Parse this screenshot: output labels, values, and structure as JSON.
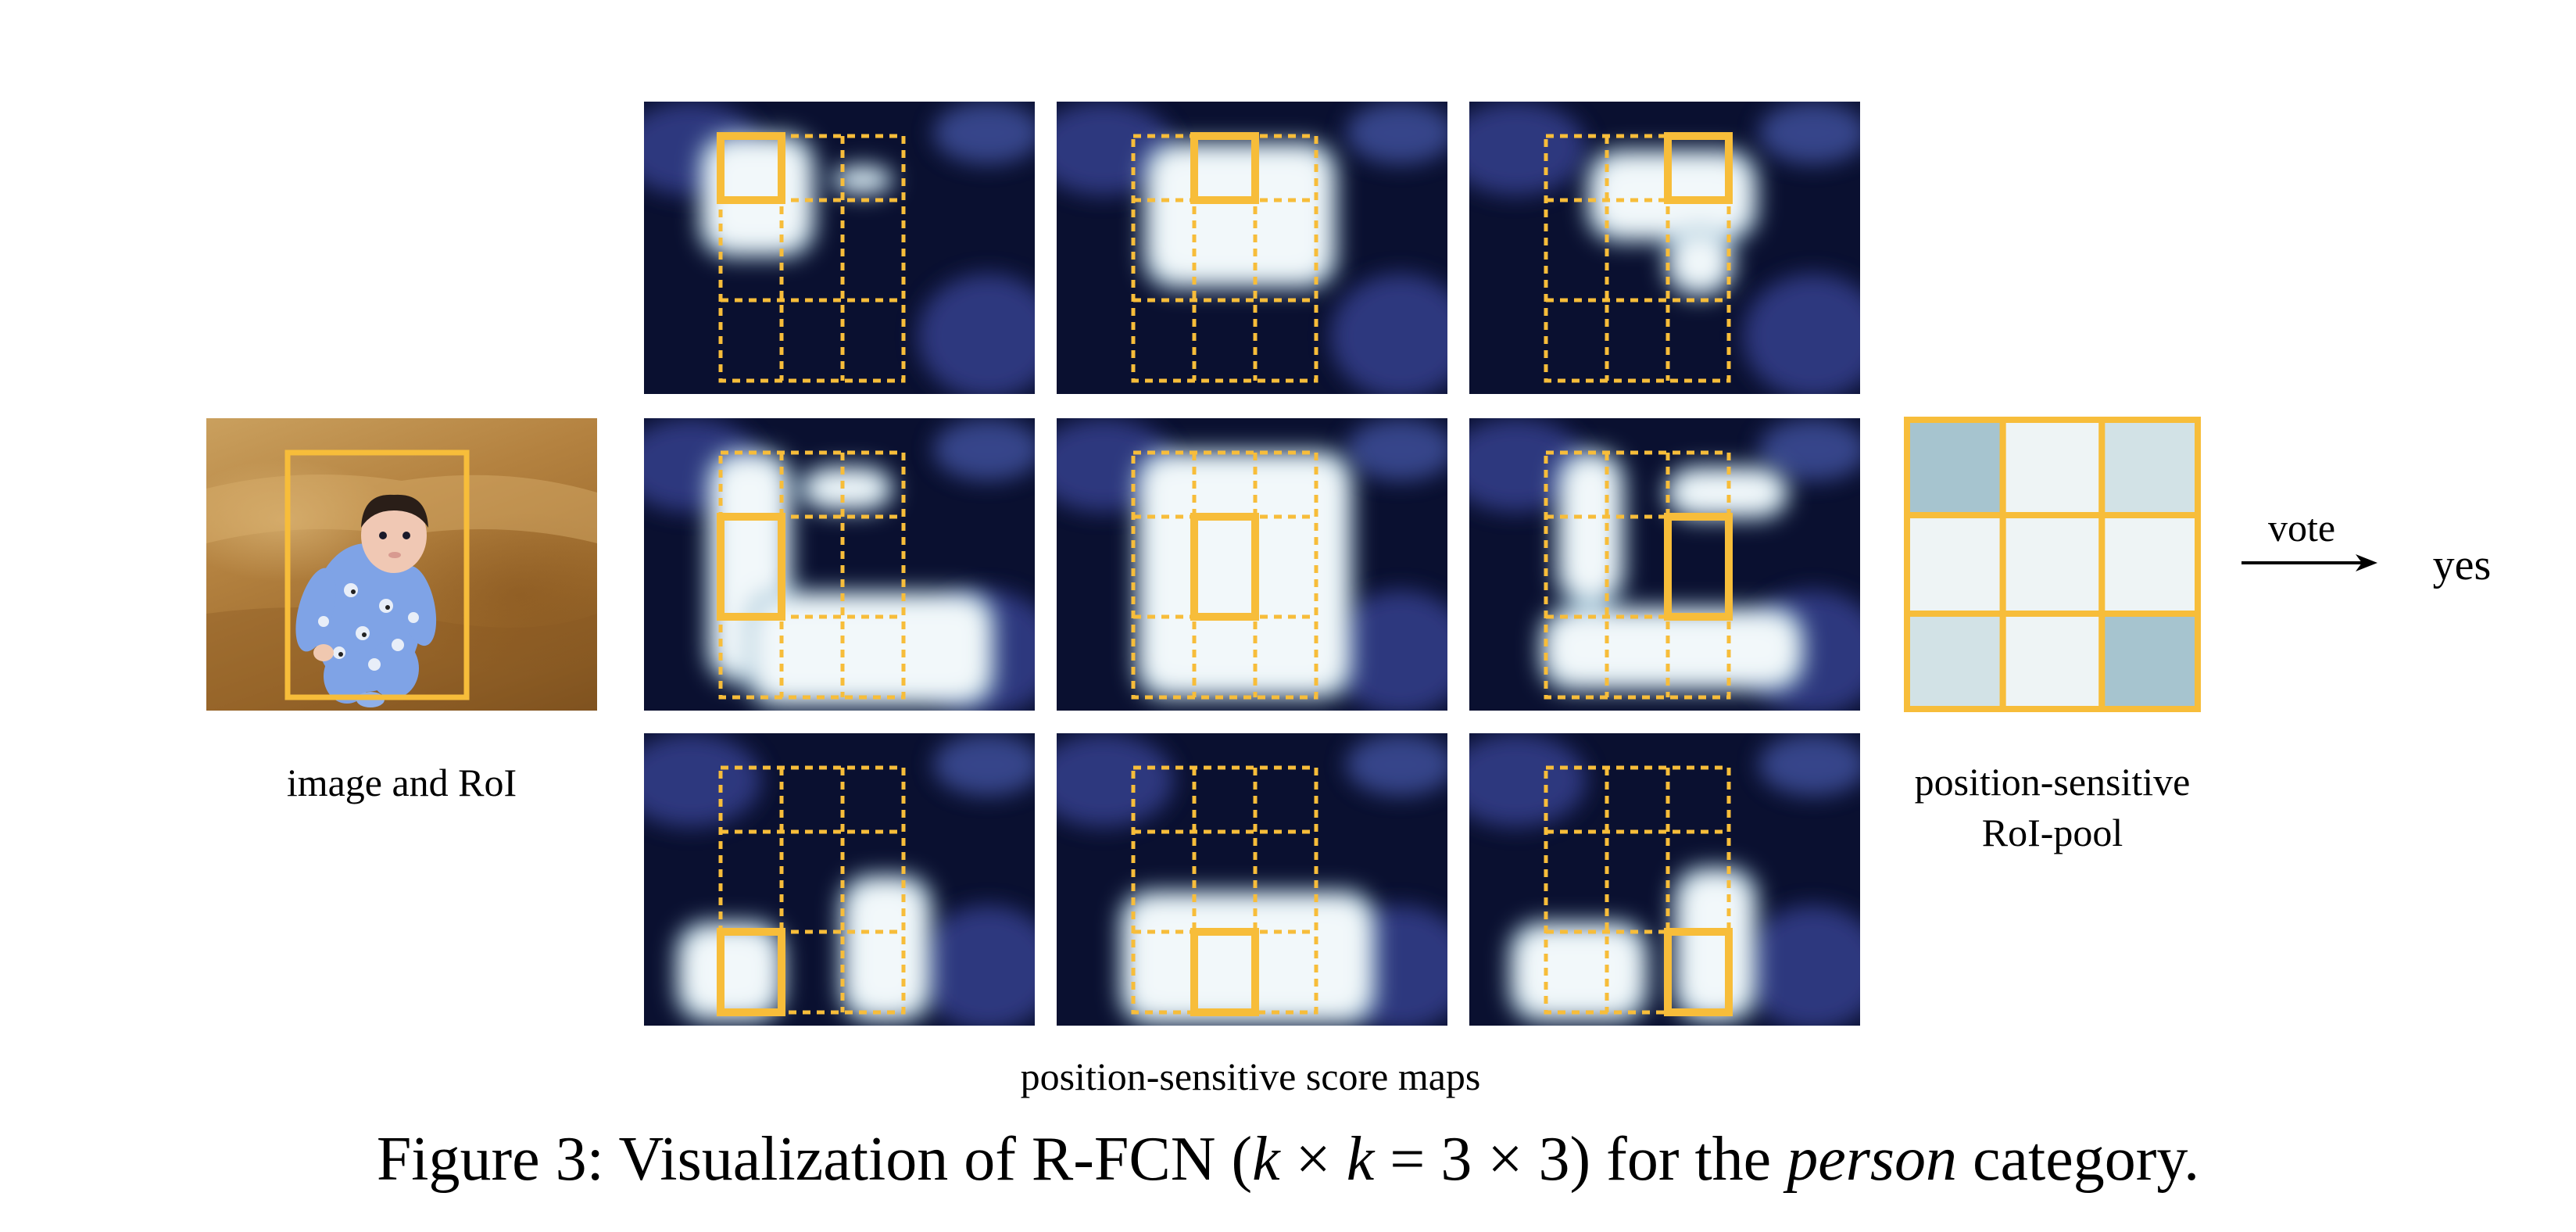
{
  "image_label": "image and RoI",
  "score_maps_label": "position-sensitive score maps",
  "pool_label": {
    "line1": "position-sensitive",
    "line2": "RoI-pool"
  },
  "vote_label": "vote",
  "result_label": "yes",
  "caption": {
    "prefix": "Figure 3: Visualization of R-FCN (",
    "k": "k",
    "times": "×",
    "equals": "=",
    "three_a": "3",
    "three_b": "3",
    "close": ") for the ",
    "category": "person",
    "suffix": " category."
  },
  "colors": {
    "roi_yellow": "#f7bd3a",
    "map_dark": "#070a1a",
    "map_bright": "#f2f8fa",
    "pool_dark": "#a6c4cf",
    "pool_mid": "#d2e2e6",
    "pool_light": "#eef4f5"
  },
  "pool_cells": [
    [
      "dark",
      "light",
      "mid"
    ],
    [
      "light",
      "light",
      "light"
    ],
    [
      "mid",
      "light",
      "dark"
    ]
  ],
  "icons": [
    "vote-arrow-icon"
  ]
}
